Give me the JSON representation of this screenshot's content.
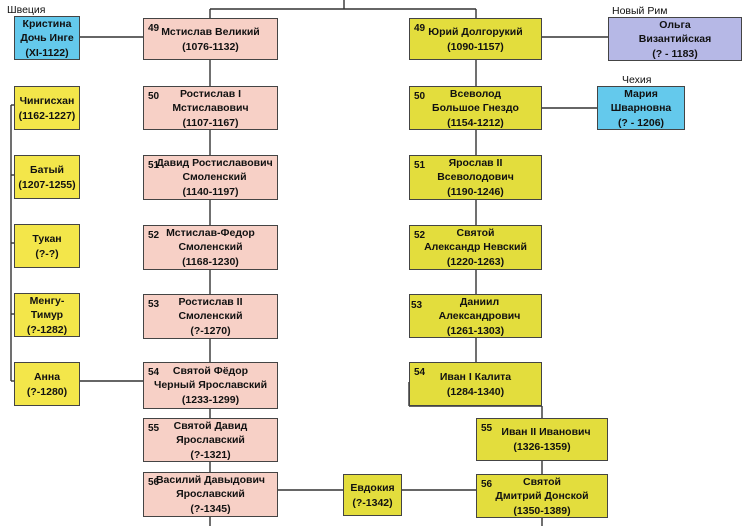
{
  "colors": {
    "pink": "#f7d0c6",
    "yellow": "#e3dd3d",
    "light_yellow": "#f3e64a",
    "blue": "#64c9ec",
    "lavender": "#b6b8e6",
    "line": "#333333"
  },
  "captions": {
    "sweden": "Швеция",
    "new_rome": "Новый Рим",
    "czechia": "Чехия"
  },
  "boxes": {
    "kristina": {
      "num": "",
      "name": "Кристина\nДочь Инге",
      "dates": "(XI-1122)"
    },
    "chinggis": {
      "num": "",
      "name": "Чингисхан",
      "dates": "(1162-1227)"
    },
    "batu": {
      "num": "",
      "name": "Батый",
      "dates": "(1207-1255)"
    },
    "tukan": {
      "num": "",
      "name": "Тукан",
      "dates": "(?-?)"
    },
    "mengu": {
      "num": "",
      "name": "Менгу-\nТимур",
      "dates": "(?-1282)"
    },
    "anna": {
      "num": "",
      "name": "Анна",
      "dates": "(?-1280)"
    },
    "mstislav": {
      "num": "49",
      "name": "Мстислав Великий",
      "dates": "(1076-1132)"
    },
    "rostislav1": {
      "num": "50",
      "name": "Ростислав I\nМстиславович",
      "dates": "(1107-1167)"
    },
    "david": {
      "num": "51",
      "name": "Давид Ростиславович\nСмоленский",
      "dates": "(1140-1197)"
    },
    "mstislav_fedor": {
      "num": "52",
      "name": "Мстислав-Федор\nСмоленский",
      "dates": "(1168-1230)"
    },
    "rostislav2": {
      "num": "53",
      "name": "Ростислав II\nСмоленский",
      "dates": "(?-1270)"
    },
    "fedor": {
      "num": "54",
      "name": "Святой Фёдор\nЧерный Ярославский",
      "dates": "(1233-1299)"
    },
    "david_yar": {
      "num": "55",
      "name": "Святой Давид\nЯрославский",
      "dates": "(?-1321)"
    },
    "vasily": {
      "num": "56",
      "name": "Василий Давыдович\nЯрославский",
      "dates": "(?-1345)"
    },
    "evdokia": {
      "num": "",
      "name": "Евдокия",
      "dates": "(?-1342)"
    },
    "yuri": {
      "num": "49",
      "name": "Юрий Долгорукий",
      "dates": "(1090-1157)"
    },
    "vsevolod": {
      "num": "50",
      "name": "Всеволод\nБольшое Гнездо",
      "dates": "(1154-1212)"
    },
    "yaroslav2": {
      "num": "51",
      "name": "Ярослав II\nВсеволодович",
      "dates": "(1190-1246)"
    },
    "alexander": {
      "num": "52",
      "name": "Святой\nАлександр Невский",
      "dates": "(1220-1263)"
    },
    "daniil": {
      "num": "53",
      "name": "Даниил Александрович",
      "dates": "(1261-1303)"
    },
    "ivan1": {
      "num": "54",
      "name": "Иван I Калита",
      "dates": "(1284-1340)"
    },
    "ivan2": {
      "num": "55",
      "name": "Иван II Иванович",
      "dates": "(1326-1359)"
    },
    "dmitry": {
      "num": "56",
      "name": "Святой\nДмитрий Донской",
      "dates": "(1350-1389)"
    },
    "olga": {
      "num": "",
      "name": "Ольга\nВизантийская",
      "dates": "(? - 1183)"
    },
    "maria": {
      "num": "",
      "name": "Мария\nШварновна",
      "dates": "(? - 1206)"
    }
  }
}
